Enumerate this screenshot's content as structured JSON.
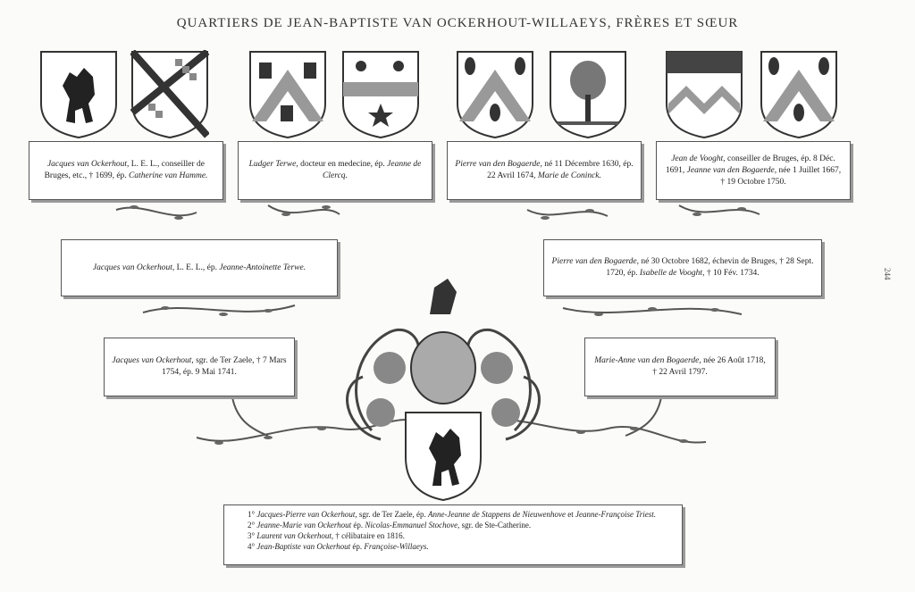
{
  "title": "QUARTIERS DE JEAN-BAPTISTE VAN OCKERHOUT-WILLAEYS, FRÈRES ET SŒUR",
  "page_number": "244",
  "shields_top": [
    {
      "icon": "squirrel-rampant-icon"
    },
    {
      "icon": "checky-saltire-icon"
    },
    {
      "icon": "chevron-towers-icon"
    },
    {
      "icon": "trefoils-star-icon"
    },
    {
      "icon": "chevron-trees-icon"
    },
    {
      "icon": "tree-on-mound-icon"
    },
    {
      "icon": "lion-chevron-icon"
    },
    {
      "icon": "chevron-trees-icon"
    }
  ],
  "generation1": [
    {
      "name": "Jacques van Ockerhout",
      "rest": ", L. E. L., conseiller de Bruges, etc., † 1699, ép. ",
      "spouse": "Catherine van Hamme."
    },
    {
      "name": "Ludger Terwe",
      "rest": ", docteur en medecine, ép. ",
      "spouse": "Jeanne de Clercq."
    },
    {
      "name": "Pierre van den Bogaerde",
      "rest": ", né 11 Décembre 1630, ép. 22 Avril 1674, ",
      "spouse": "Marie de Coninck."
    },
    {
      "name": "Jean de Vooght",
      "rest": ", conseiller de Bruges, ép. 8 Déc. 1691, ",
      "spouse": "Jeanne van den Bogaerde",
      "tail": ", née 1 Juillet 1667, † 19 Octobre 1750."
    }
  ],
  "generation2": [
    {
      "name": "Jacques van Ockerhout",
      "rest": ", L. E. L., ép. ",
      "spouse": "Jeanne-Antoinette Terwe."
    },
    {
      "name": "Pierre van den Bogaerde",
      "rest": ", né 30 Octobre 1682, échevin de Bruges, † 28 Sept. 1720, ép. ",
      "spouse": "Isabelle de Vooght",
      "tail": ", † 10 Fév. 1734."
    }
  ],
  "generation3": [
    {
      "name": "Jacques van Ockerhout",
      "rest": ", sgr. de Ter Zaele, † 7 Mars 1754, ép. 9 Mai 1741."
    },
    {
      "name": "Marie-Anne van den Bogaerde",
      "rest": ", née 26 Août 1718, † 22 Avril 1797."
    }
  ],
  "children": [
    {
      "num": "1°",
      "name": "Jacques-Pierre van Ockerhout",
      "rest": ", sgr. de Ter Zaele, ép. ",
      "spouse": "Anne-Jeanne de Stappens de Nieuwenhove",
      "tail": " et ",
      "spouse2": "Jeanne-Françoise Triest."
    },
    {
      "num": "2°",
      "name": "Jeanne-Marie van Ockerhout",
      "rest": " ép. ",
      "spouse": "Nicolas-Emmanuel Stochove",
      "tail": ", sgr. de Ste-Catherine."
    },
    {
      "num": "3°",
      "name": "Laurent van Ockerhout",
      "rest": ", † célibataire en 1816."
    },
    {
      "num": "4°",
      "name": "Jean-Baptiste van Ockerhout",
      "rest": " ép. ",
      "spouse": "Françoise-Willaeys."
    }
  ],
  "central_arms": {
    "icon": "crested-helm-squirrel-arms-icon"
  }
}
